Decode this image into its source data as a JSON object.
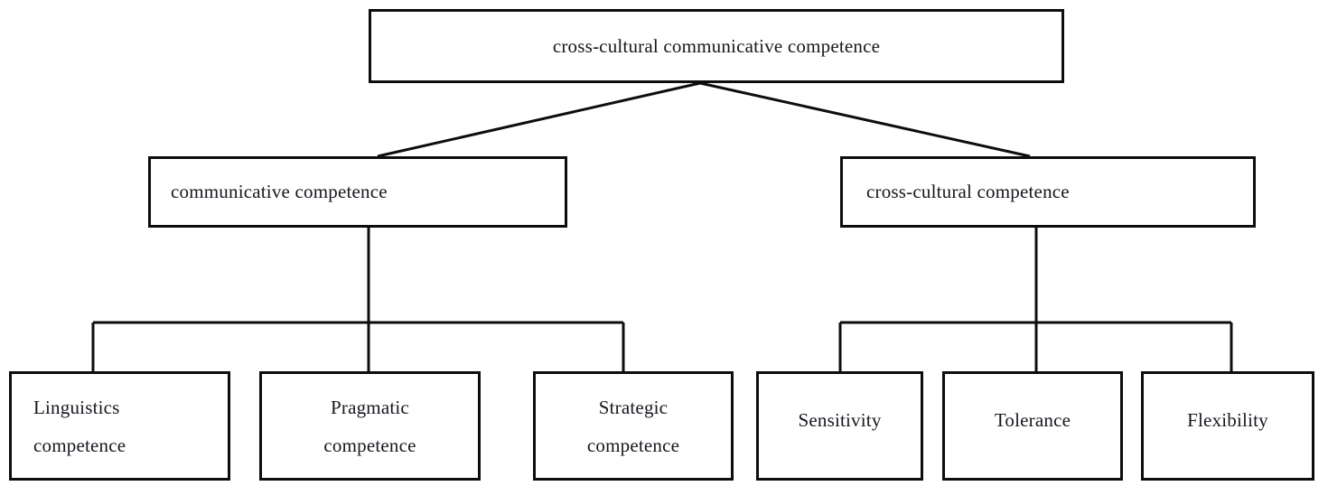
{
  "diagram": {
    "type": "hierarchy-tree",
    "title": "cross-cultural communicative competence",
    "background_color": "#ffffff",
    "line_color": "#0d0d0d",
    "text_color": "#17171f",
    "levels": 3,
    "nodes": {
      "root": {
        "label": "cross-cultural communicative competence",
        "level": 1
      },
      "branch_left": {
        "label": "communicative competence",
        "level": 2
      },
      "branch_right": {
        "label": "cross-cultural competence",
        "level": 2
      },
      "leaf_1": {
        "label": "Linguistics\ncompetence",
        "level": 3,
        "parent": "branch_left"
      },
      "leaf_2": {
        "label": "Pragmatic\ncompetence",
        "level": 3,
        "parent": "branch_left"
      },
      "leaf_3": {
        "label": "Strategic\ncompetence",
        "level": 3,
        "parent": "branch_left"
      },
      "leaf_4": {
        "label": "Sensitivity",
        "level": 3,
        "parent": "branch_right"
      },
      "leaf_5": {
        "label": "Tolerance",
        "level": 3,
        "parent": "branch_right"
      },
      "leaf_6": {
        "label": "Flexibility",
        "level": 3,
        "parent": "branch_right"
      }
    },
    "edges": [
      {
        "from": "root",
        "to": "branch_left",
        "style": "diagonal"
      },
      {
        "from": "root",
        "to": "branch_right",
        "style": "diagonal"
      },
      {
        "from": "branch_left",
        "to": "leaf_1",
        "style": "orthogonal"
      },
      {
        "from": "branch_left",
        "to": "leaf_2",
        "style": "orthogonal"
      },
      {
        "from": "branch_left",
        "to": "leaf_3",
        "style": "orthogonal"
      },
      {
        "from": "branch_right",
        "to": "leaf_4",
        "style": "orthogonal"
      },
      {
        "from": "branch_right",
        "to": "leaf_5",
        "style": "orthogonal"
      },
      {
        "from": "branch_right",
        "to": "leaf_6",
        "style": "orthogonal"
      }
    ]
  }
}
